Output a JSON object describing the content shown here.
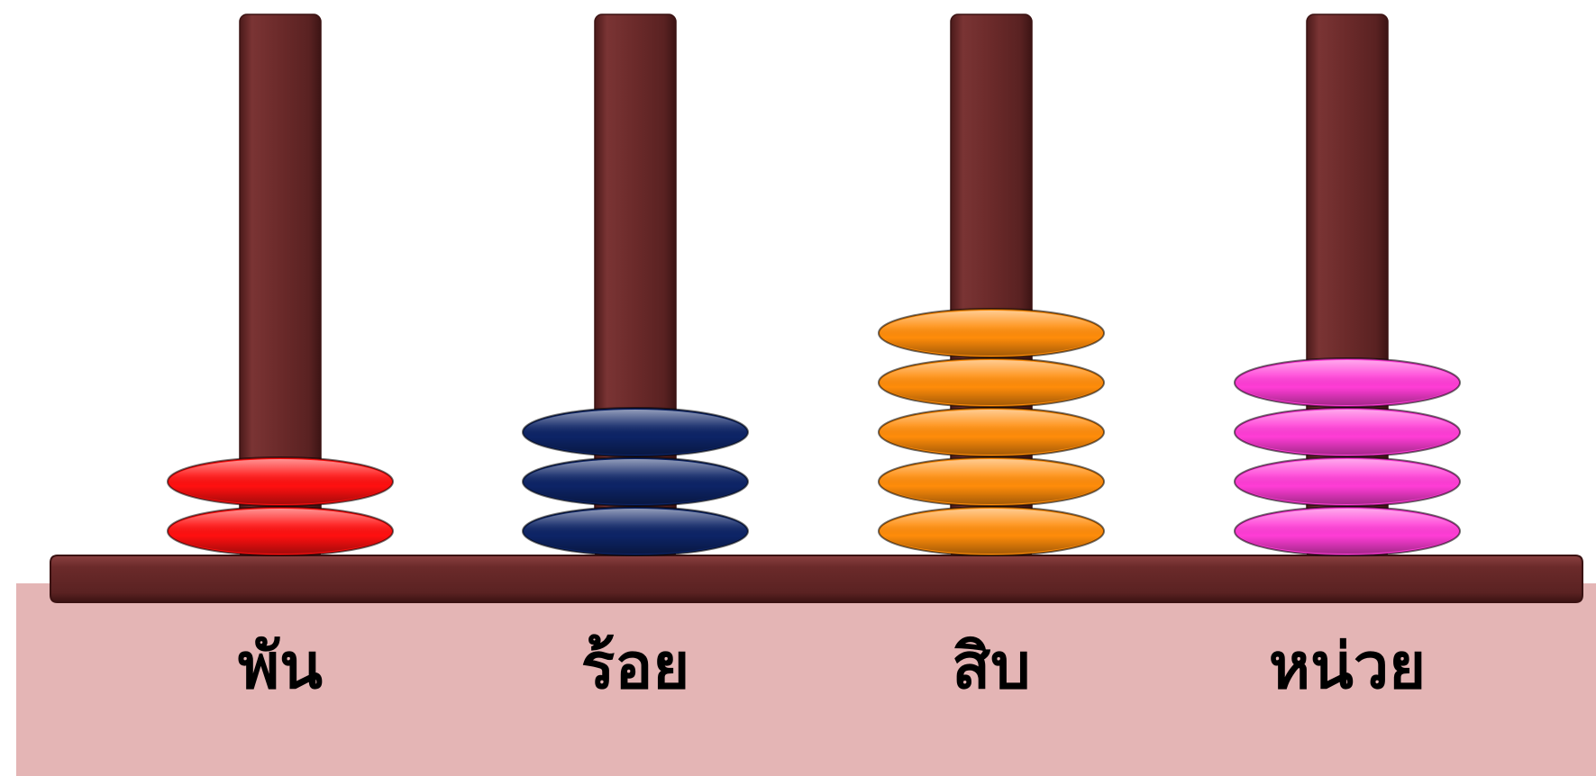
{
  "abacus": {
    "colors": {
      "rod": "#6b2a2a",
      "base": "#6b2a2a",
      "panel": "#e4b5b5",
      "background": "#ffffff"
    },
    "columns": [
      {
        "label": "พัน",
        "bead_count": 2,
        "bead_color": "#ff1010"
      },
      {
        "label": "ร้อย",
        "bead_count": 3,
        "bead_color": "#0d2466"
      },
      {
        "label": "สิบ",
        "bead_count": 5,
        "bead_color": "#ff8c0a"
      },
      {
        "label": "หน่วย",
        "bead_count": 4,
        "bead_color": "#ff3dd6"
      }
    ]
  }
}
